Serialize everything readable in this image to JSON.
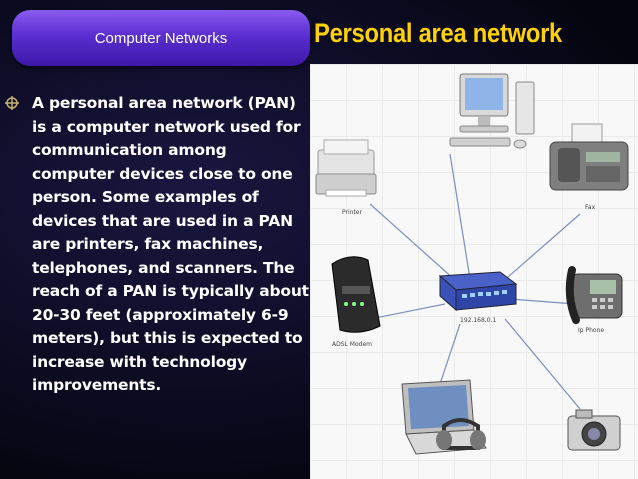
{
  "header": {
    "tab_label": "Computer Networks",
    "title": "Personal area network"
  },
  "body": {
    "text": "A personal area network (PAN) is a computer network used for communication among computer devices close to one person. Some examples of devices that are used in a PAN are printers, fax machines, telephones, and scanners. The reach of a PAN is typically about 20-30 feet (approximately 6-9 meters), but this is expected to increase with technology improvements."
  },
  "diagram": {
    "printer_label": "Printer",
    "fax_label": "Fax",
    "router_label": "192.168.0.1",
    "modem_label": "ADSL Modem",
    "phone_label": "Ip Phone"
  },
  "colors": {
    "title": "#ffd200",
    "tab": "#5a2ed0",
    "text": "#ffffff"
  }
}
